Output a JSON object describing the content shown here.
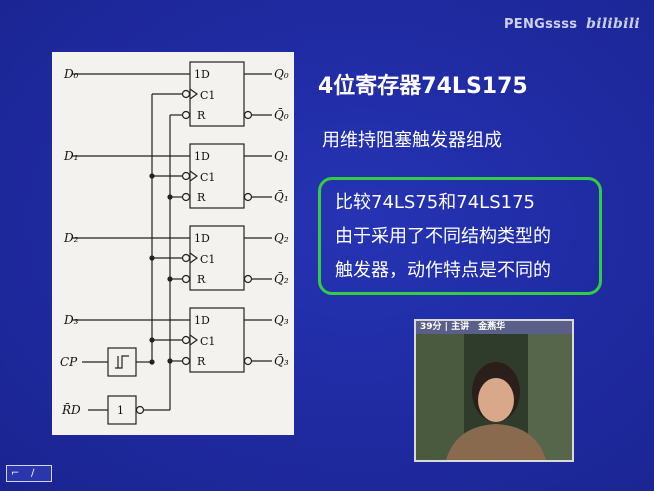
{
  "watermark": {
    "text": "PENGssss",
    "logo": "bilibili"
  },
  "slide": {
    "title": "4位寄存器74LS175",
    "subtitle": "用维持阻塞触发器组成",
    "compare": {
      "line1": "比较74LS75和74LS175",
      "line2": "由于采用了不同结构类型的",
      "line3": "触发器，动作特点是不同的"
    }
  },
  "circuit": {
    "inputs": [
      "D₀",
      "D₁",
      "D₂",
      "D₃"
    ],
    "outputs": [
      {
        "q": "Q₀",
        "qbar": "Q̄₀"
      },
      {
        "q": "Q₁",
        "qbar": "Q̄₁"
      },
      {
        "q": "Q₂",
        "qbar": "Q̄₂"
      },
      {
        "q": "Q₃",
        "qbar": "Q̄₃"
      }
    ],
    "pins": {
      "d": "1D",
      "c": "C1",
      "r": "R"
    },
    "clock_label": "CP",
    "reset_label": "R̄D",
    "buffer_label": "1"
  },
  "video": {
    "caption": "39分 | 主讲　金燕华"
  },
  "colors": {
    "background": "#1f2aa0",
    "accent_border": "#33cc44",
    "panel": "#f4f2ef"
  }
}
